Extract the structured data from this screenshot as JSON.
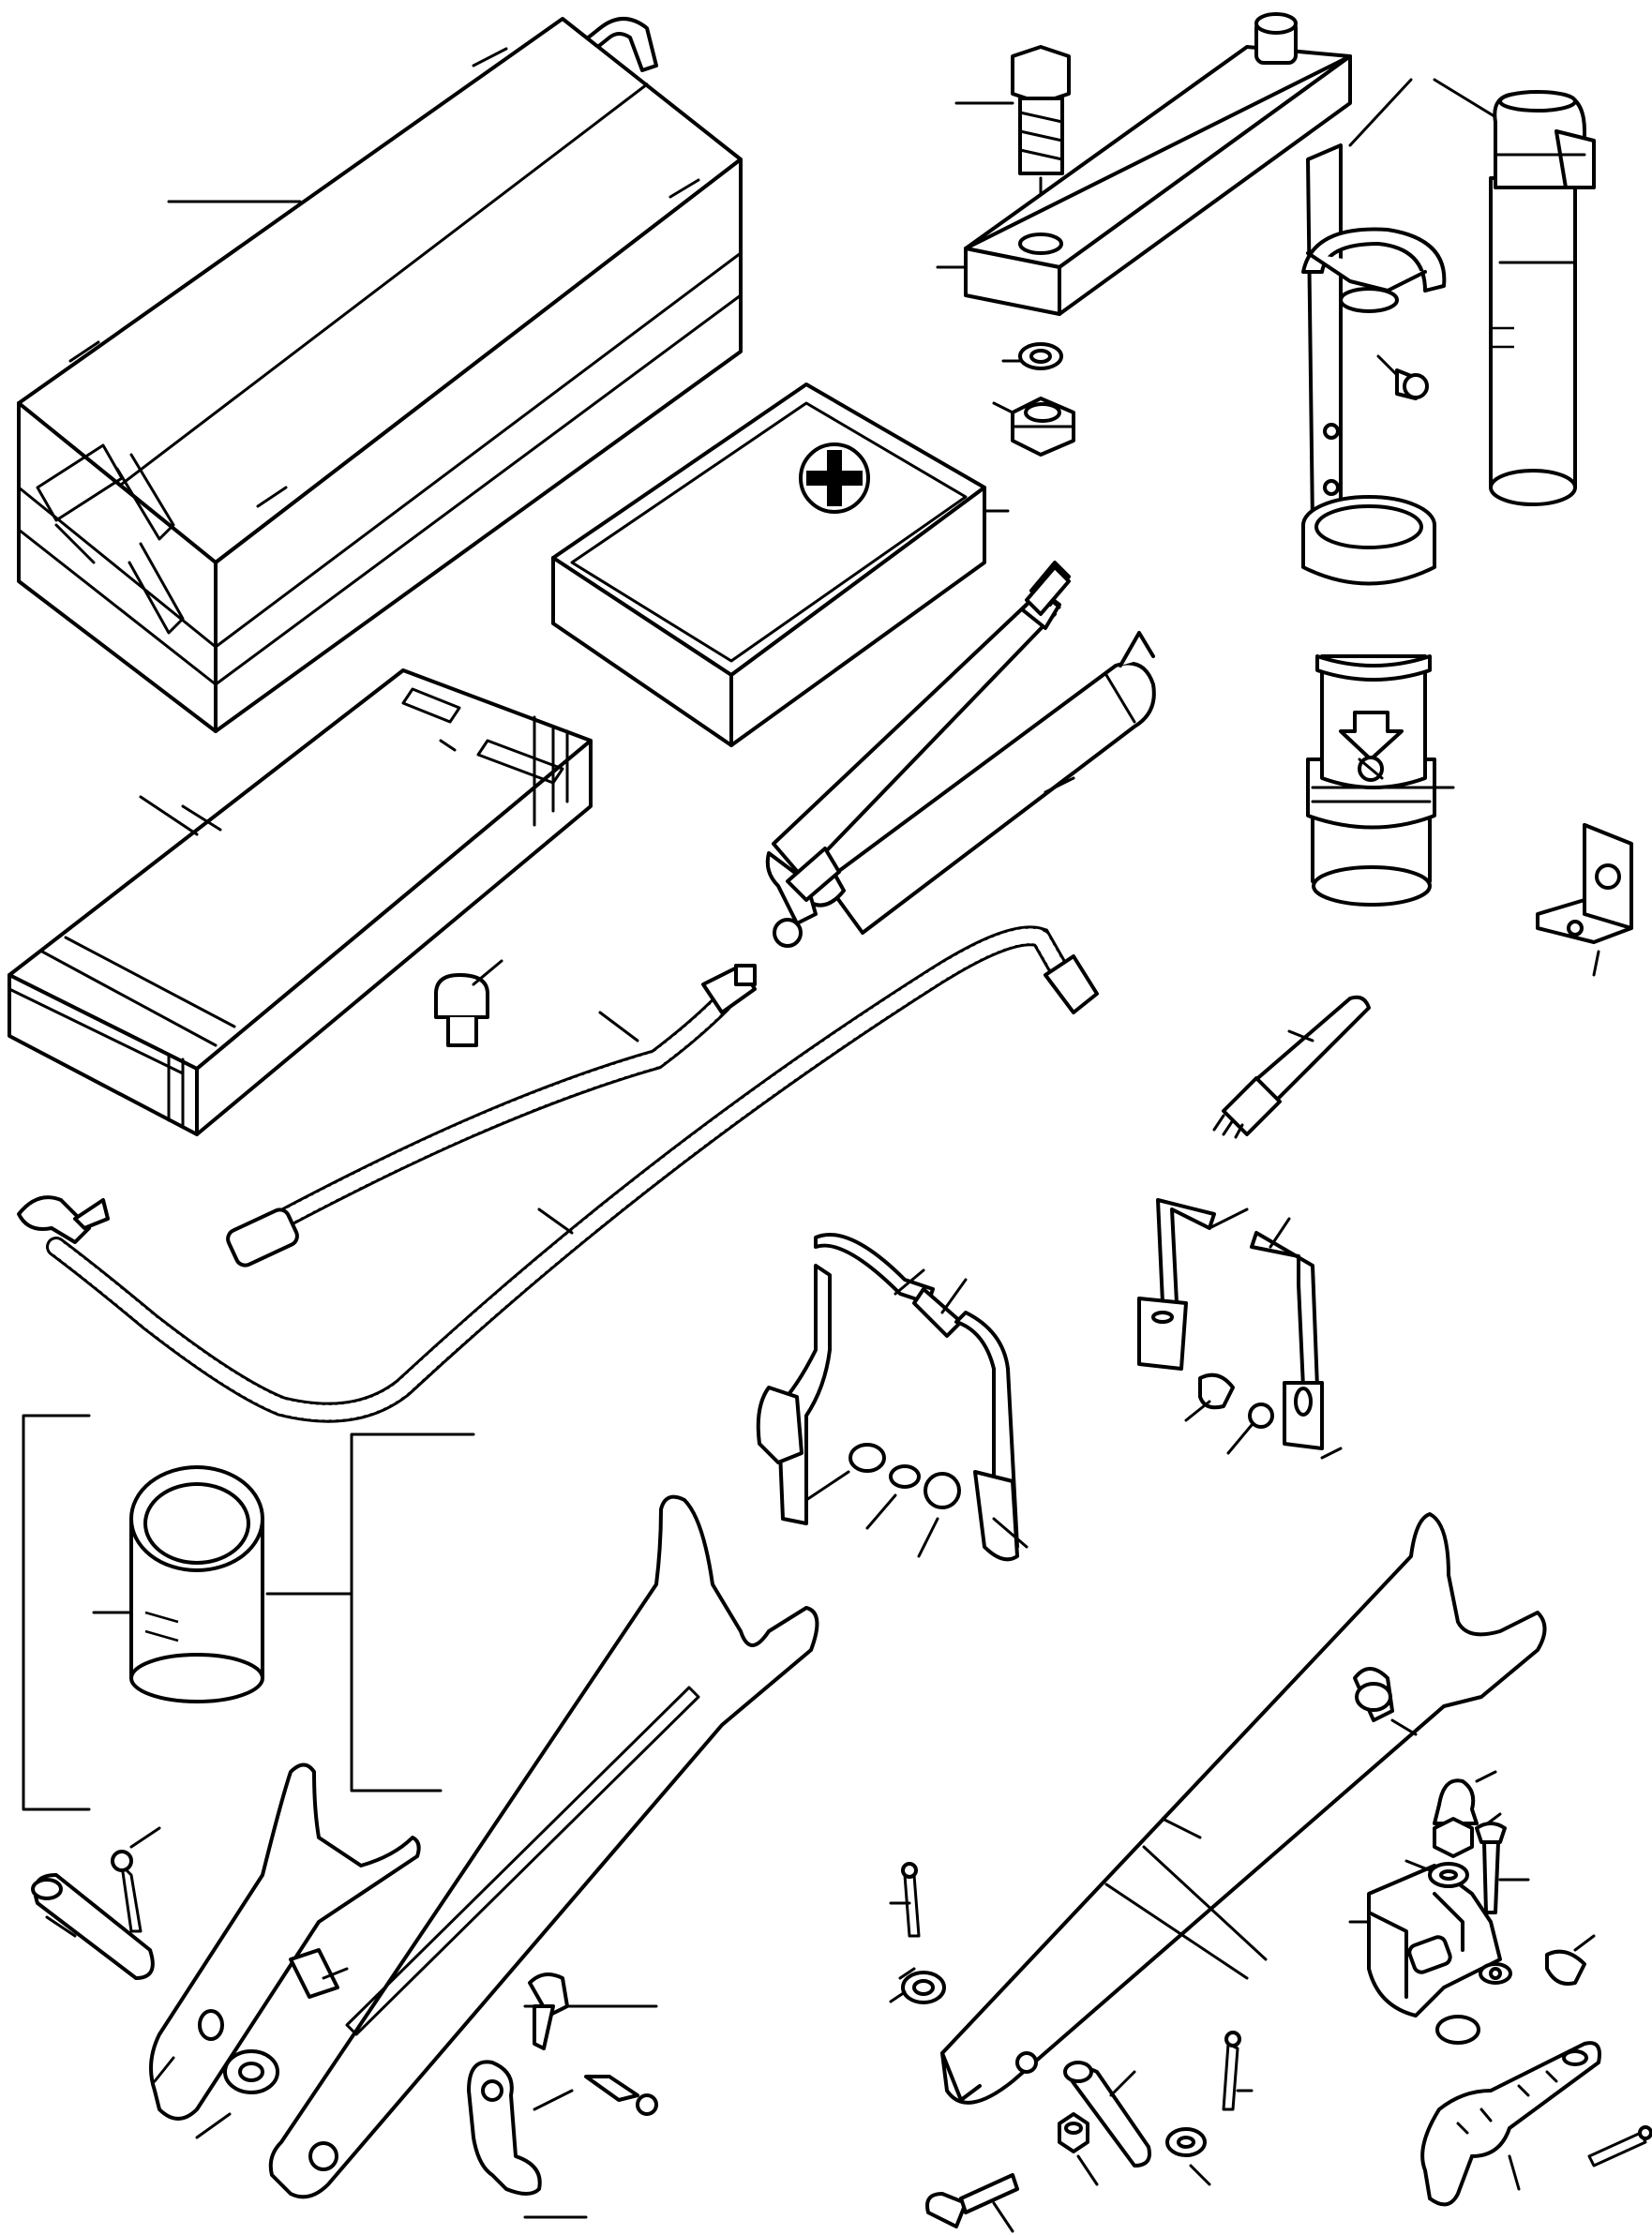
{
  "diagram": {
    "kind": "exploded-parts-view",
    "parts": [
      {
        "name": "cantilever-toolbox",
        "icon": "toolbox-icon"
      },
      {
        "name": "toolbag",
        "icon": "toolbag-icon"
      },
      {
        "name": "first-aid-kit",
        "icon": "first-aid-icon"
      },
      {
        "name": "grease-gun",
        "icon": "grease-gun-icon"
      },
      {
        "name": "fire-extinguisher",
        "icon": "extinguisher-icon"
      },
      {
        "name": "extinguisher-bracket",
        "icon": "bracket-icon"
      },
      {
        "name": "spare-lamp-holder",
        "icon": "canister-icon"
      },
      {
        "name": "inflation-hose",
        "icon": "hose-icon"
      },
      {
        "name": "tire-inflator-hose",
        "icon": "hose-icon"
      },
      {
        "name": "paint-tin",
        "icon": "paint-tin-icon"
      },
      {
        "name": "hydraulic-lines",
        "icon": "pipe-icon"
      },
      {
        "name": "wrench-large",
        "icon": "wrench-icon"
      },
      {
        "name": "wrench-small",
        "icon": "wrench-icon"
      },
      {
        "name": "wrench-with-bracket",
        "icon": "wrench-icon"
      },
      {
        "name": "fasteners",
        "icon": "bolt-icon"
      }
    ],
    "tin_label": "",
    "leader_lines_count": 62
  }
}
